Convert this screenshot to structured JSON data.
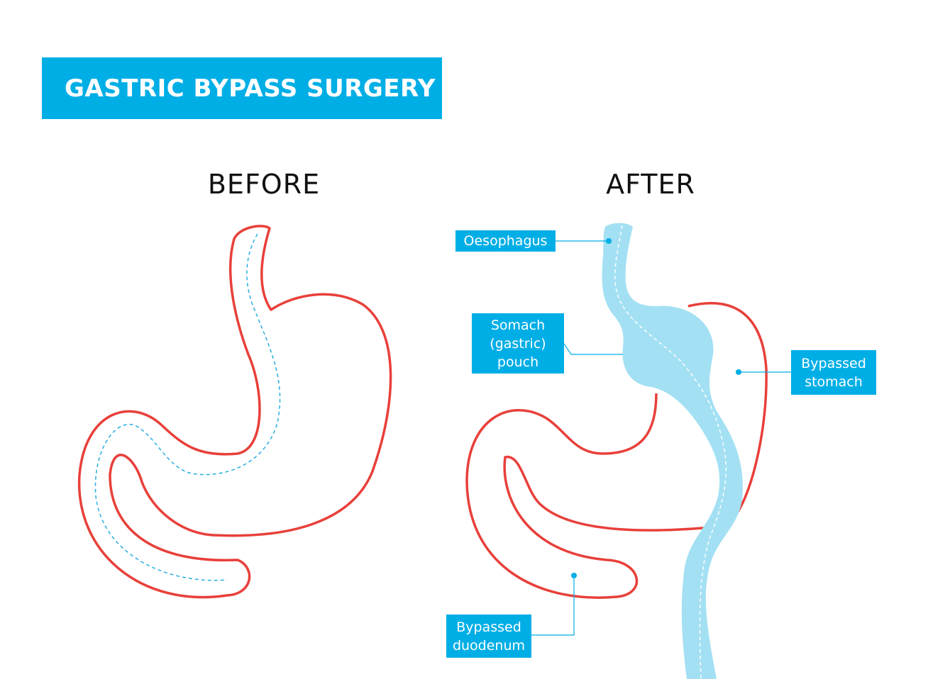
{
  "title": "GASTRIC BYPASS SURGERY",
  "panels": {
    "before": {
      "heading": "BEFORE"
    },
    "after": {
      "heading": "AFTER"
    }
  },
  "callouts": {
    "oesophagus": "Oesophagus",
    "pouch": [
      "Somach",
      "(gastric)",
      "pouch"
    ],
    "bypassed_stomach": [
      "Bypassed",
      "stomach"
    ],
    "bypassed_duodenum": [
      "Bypassed",
      "duodenum"
    ]
  },
  "colors": {
    "accent": "#00aee6",
    "outline": "#e8403a",
    "food_path": "#a3e0f3",
    "background": "#ffffff"
  }
}
